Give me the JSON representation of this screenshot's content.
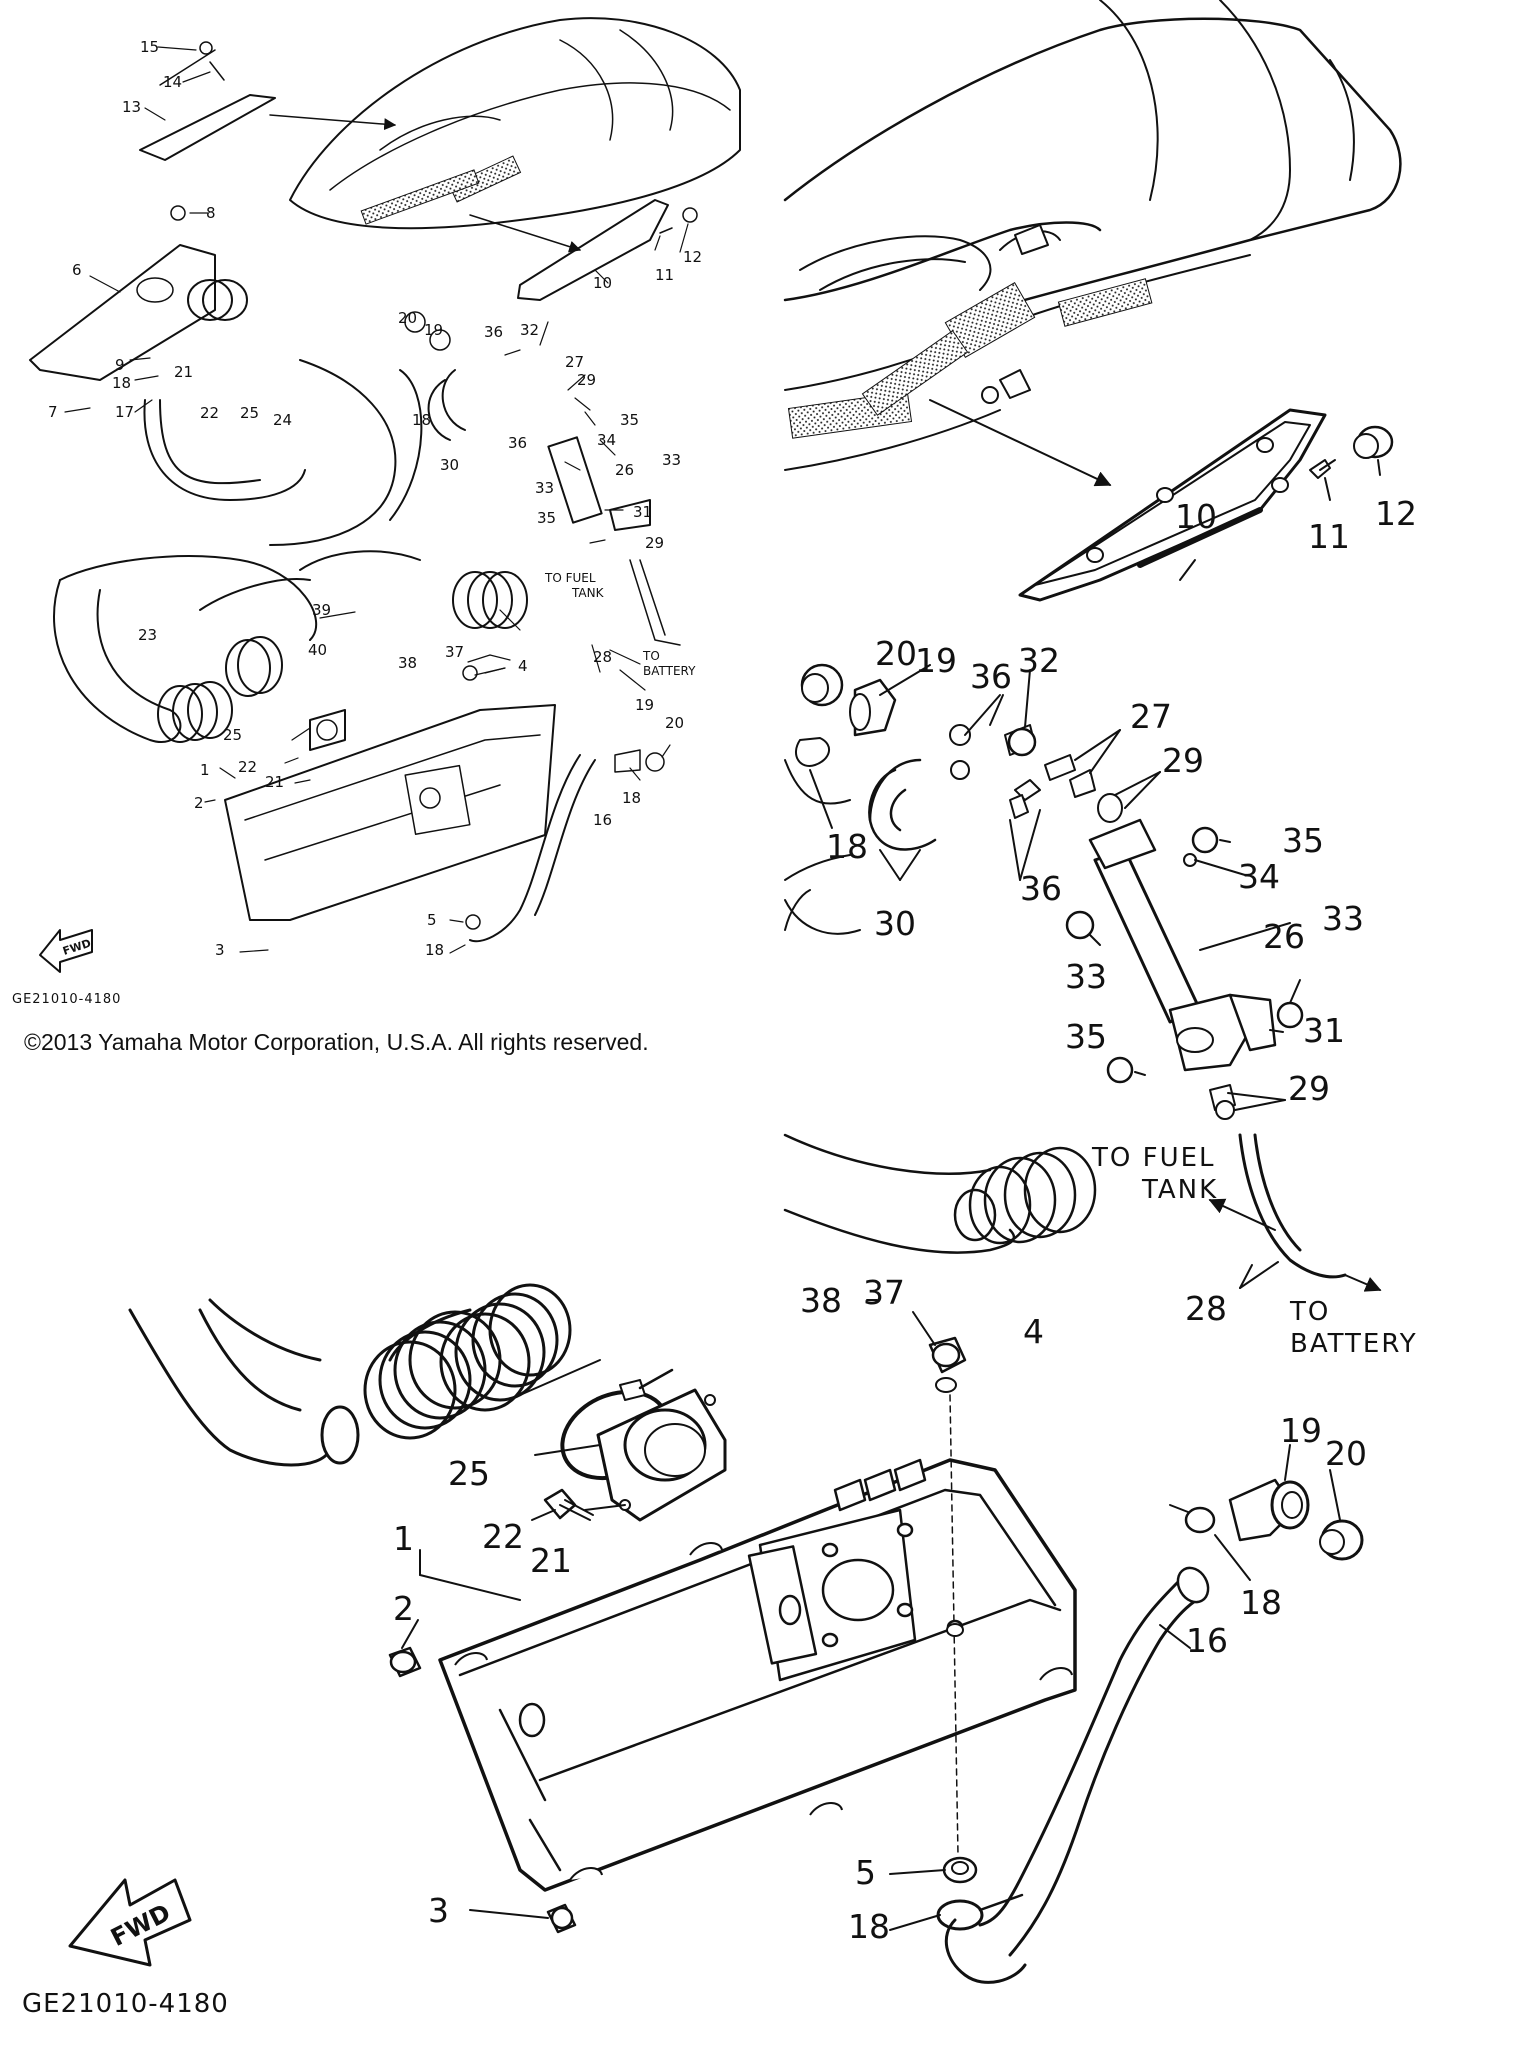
{
  "diagram": {
    "copyright": "©2013 Yamaha Motor Corporation, U.S.A. All rights reserved.",
    "drawing_code": "GE21010-4180",
    "fwd_label": "FWD",
    "notes": {
      "to_fuel": "TO FUEL",
      "tank": "TANK",
      "to": "TO",
      "battery": "BATTERY"
    },
    "part_numbers": [
      "1",
      "2",
      "3",
      "4",
      "5",
      "6",
      "7",
      "8",
      "9",
      "10",
      "11",
      "12",
      "13",
      "14",
      "15",
      "16",
      "17",
      "18",
      "19",
      "20",
      "21",
      "22",
      "23",
      "24",
      "25",
      "26",
      "27",
      "28",
      "29",
      "30",
      "31",
      "32",
      "33",
      "34",
      "35",
      "36",
      "37",
      "38",
      "39",
      "40"
    ]
  }
}
